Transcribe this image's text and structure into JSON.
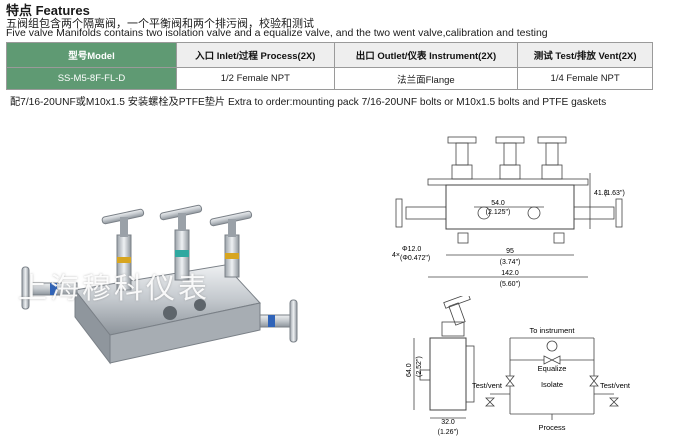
{
  "header": {
    "title": "特点 Features",
    "desc_cn": "五阀组包含两个隔离阀，一个平衡阀和两个排污阀，校验和测试",
    "desc_en": "Five valve Manifolds contains two isolation valve and a equalize valve, and the two went valve,calibration and testing"
  },
  "table": {
    "headers": [
      "型号Model",
      "入口 Inlet/过程 Process(2X)",
      "出口 Outlet/仪表 Instrument(2X)",
      "测试 Test/排放 Vent(2X)"
    ],
    "row": [
      "SS-M5-8F-FL-D",
      "1/2  Female NPT",
      "法兰面Flange",
      "1/4 Female NPT"
    ]
  },
  "note": "配7/16-20UNF或M10x1.5 安装螺栓及PTFE垫片  Extra to order:mounting pack 7/16-20UNF bolts or M10x1.5 bolts and PTFE gaskets",
  "photo": {
    "watermark": "上海穆科仪表"
  },
  "front_drawing": {
    "dim_height": "41.3",
    "dim_height_in": "(1.63\")",
    "dim_center": "54.0",
    "dim_center_in": "(2.125\")",
    "dim_hole_qty": "4×",
    "dim_hole": "Φ12.0",
    "dim_hole_in": "(Φ0.472\")",
    "dim_95": "95",
    "dim_95_in": "(3.74\")",
    "dim_142": "142.0",
    "dim_142_in": "(5.60\")"
  },
  "side_drawing": {
    "dim_640": "64.0",
    "dim_640_in": "(2.52\")",
    "dim_320": "32.0",
    "dim_320_in": "(1.26\")"
  },
  "schematic": {
    "to_instrument": "To instrument",
    "equalize": "Equalize",
    "isolate": "Isolate",
    "test_vent_left": "Test/vent",
    "test_vent_right": "Test/vent",
    "process": "Process"
  },
  "colors": {
    "model_cell": "#5f9a73",
    "header_cell": "#eeeeee",
    "stainless": "#c9ced3"
  }
}
